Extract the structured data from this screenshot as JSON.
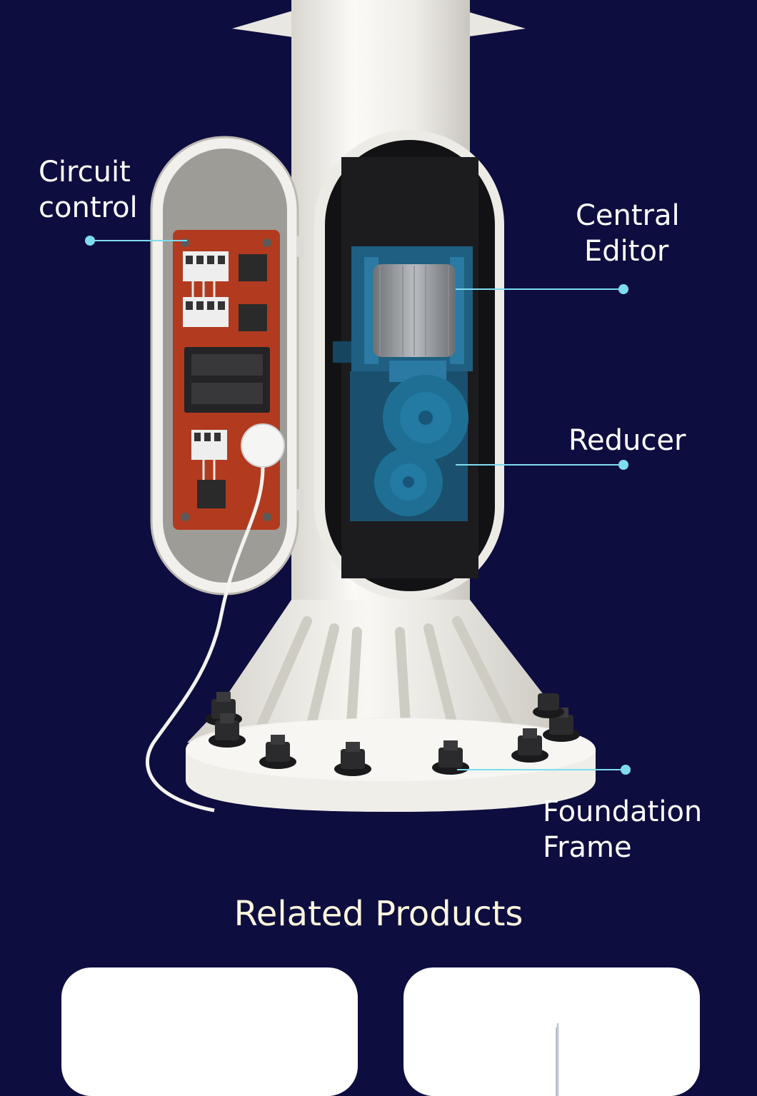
{
  "callouts": {
    "circuit_control": [
      "Circuit",
      "control"
    ],
    "central_editor": [
      "Central",
      "Editor"
    ],
    "reducer": [
      "Reducer"
    ],
    "foundation_frame": [
      "Foundation",
      "Frame"
    ]
  },
  "section": {
    "title": "Related Products"
  },
  "colors": {
    "background": "#0e0d3f",
    "callout_line": "#7fdcef",
    "heading": "#fbf6dd",
    "panel": "#b23a1f",
    "winch": "#1f6f94"
  }
}
